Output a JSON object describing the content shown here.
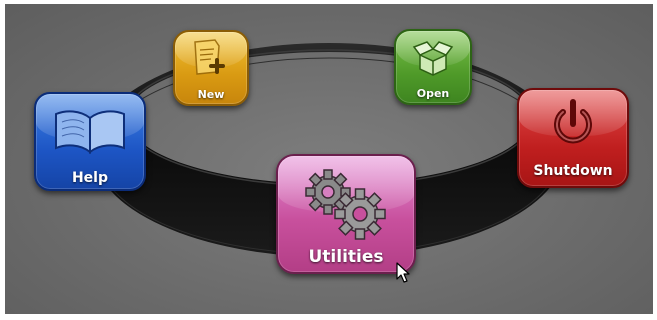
{
  "menu": {
    "items": [
      {
        "id": "new",
        "label": "New",
        "icon": "new-document-icon",
        "color": "#e0a81f"
      },
      {
        "id": "open",
        "label": "Open",
        "icon": "open-box-icon",
        "color": "#5aa332"
      },
      {
        "id": "help",
        "label": "Help",
        "icon": "open-book-icon",
        "color": "#2563d0"
      },
      {
        "id": "shutdown",
        "label": "Shutdown",
        "icon": "power-icon",
        "color": "#c92626"
      },
      {
        "id": "utilities",
        "label": "Utilities",
        "icon": "gears-icon",
        "color": "#cc5aa6"
      }
    ],
    "selected": "utilities"
  },
  "background_color": "#6e6e6e",
  "ring_color": "#111111"
}
